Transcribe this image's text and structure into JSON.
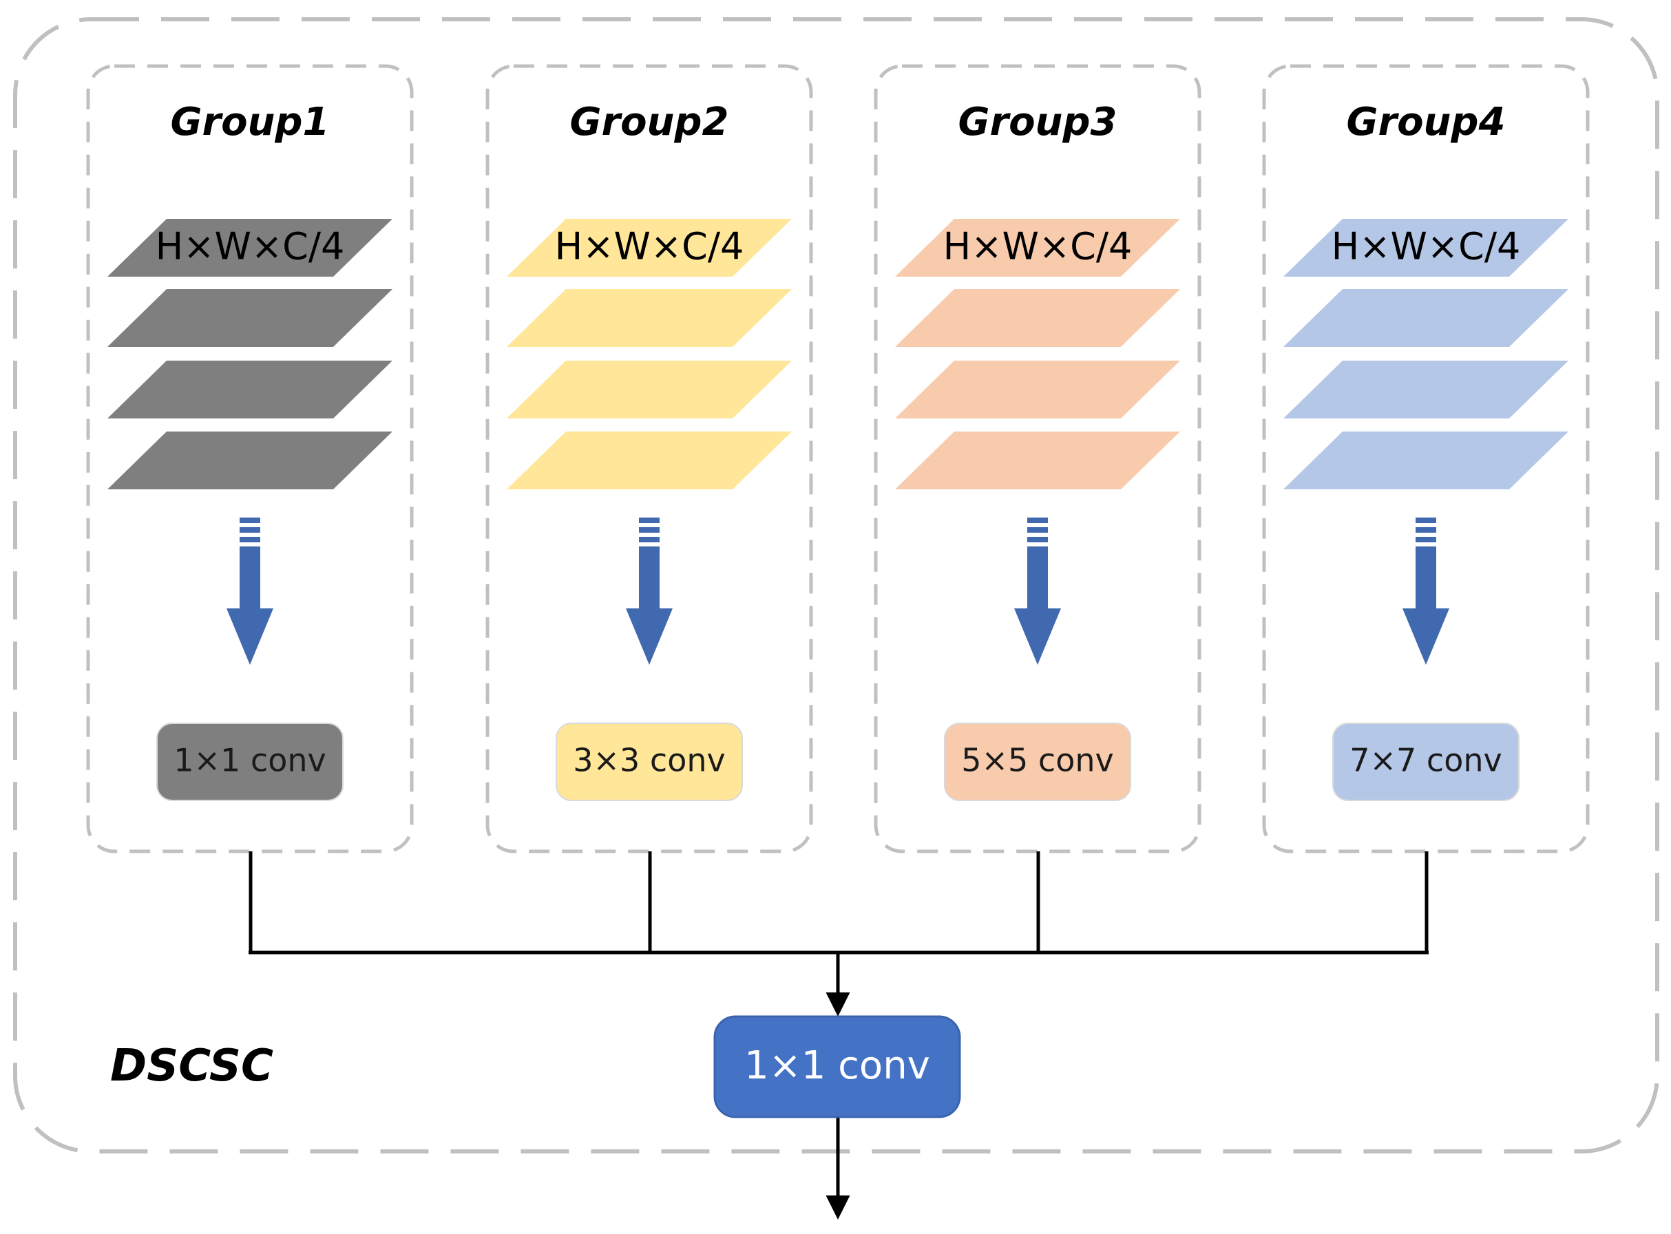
{
  "module": {
    "label": "DSCSC"
  },
  "groups": [
    {
      "title": "Group1",
      "dims": "H×W×C/4",
      "conv": "1×1 conv",
      "color": "#7f7f7f"
    },
    {
      "title": "Group2",
      "dims": "H×W×C/4",
      "conv": "3×3 conv",
      "color": "#ffe699"
    },
    {
      "title": "Group3",
      "dims": "H×W×C/4",
      "conv": "5×5 conv",
      "color": "#f8cbad"
    },
    {
      "title": "Group4",
      "dims": "H×W×C/4",
      "conv": "7×7 conv",
      "color": "#b4c7e7"
    }
  ],
  "fusion": {
    "conv": "1×1 conv",
    "color": "#4472c4"
  },
  "colors": {
    "arrow": "#4169b0",
    "dashed_border": "#c0c0c0",
    "connector": "#000000"
  }
}
